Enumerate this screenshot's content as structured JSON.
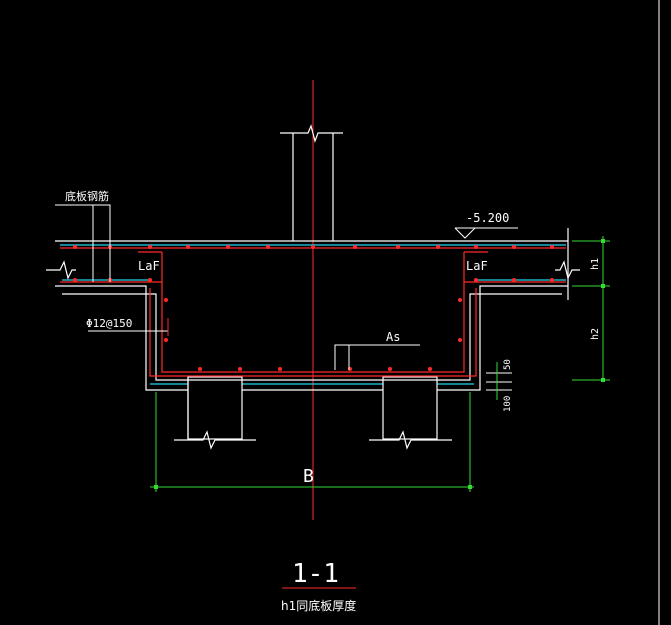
{
  "labels": {
    "plate_rebar": "底板钢筋",
    "elevation": "-5.200",
    "laf_left": "LaF",
    "laf_right": "LaF",
    "stirrup": "Φ12@150",
    "as": "As",
    "h1": "h1",
    "h2": "h2",
    "dim_50": "50",
    "dim_100": "100",
    "width_b": "B",
    "section": "1-1",
    "caption": "h1同底板厚度"
  },
  "colors": {
    "background": "#000000",
    "outline": "#ffffff",
    "rebar": "#ff2a2a",
    "dimension": "#33dd33",
    "cover": "#22d3ee",
    "centerline": "#ff2a2a",
    "label": "#ffffff"
  }
}
